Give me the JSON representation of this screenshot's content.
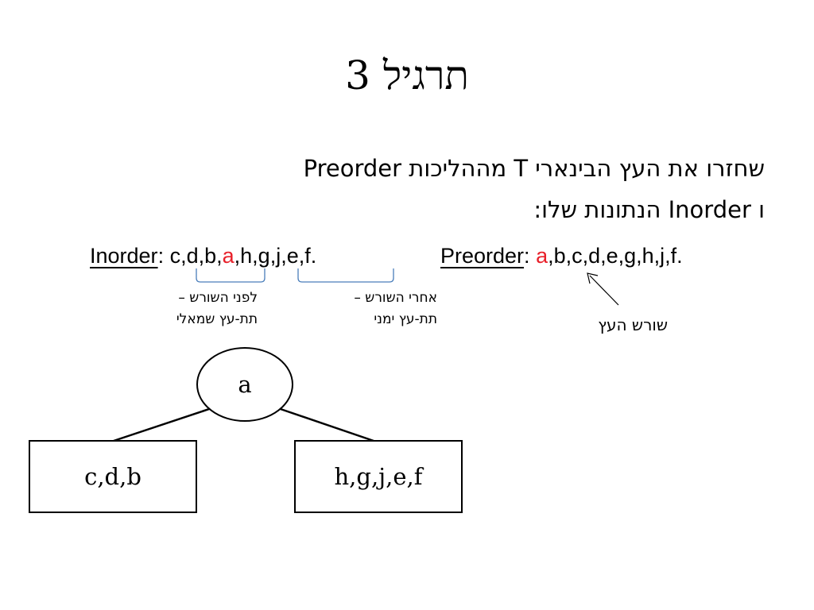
{
  "slide": {
    "title": "תרגיל 3",
    "line1": "שחזרו את העץ הבינארי T מההליכות Preorder",
    "line2": "ו Inorder הנתונות שלו:"
  },
  "inorder": {
    "label": "Inorder",
    "colon": ": ",
    "before": "c,d,b,",
    "root": "a",
    "after": ",h,g,j,e,f."
  },
  "preorder": {
    "label": "Preorder",
    "colon": ": ",
    "root": "a",
    "rest": ",b,c,d,e,g,h,j,f."
  },
  "annotations": {
    "left_line1": "לפני השורש –",
    "left_line2": "תת-עץ שמאלי",
    "right_line1": "אחרי השורש –",
    "right_line2": "תת-עץ ימני",
    "root_label": "שורש העץ"
  },
  "tree": {
    "root": "a",
    "left": "c,d,b",
    "right": "h,g,j,e,f"
  }
}
